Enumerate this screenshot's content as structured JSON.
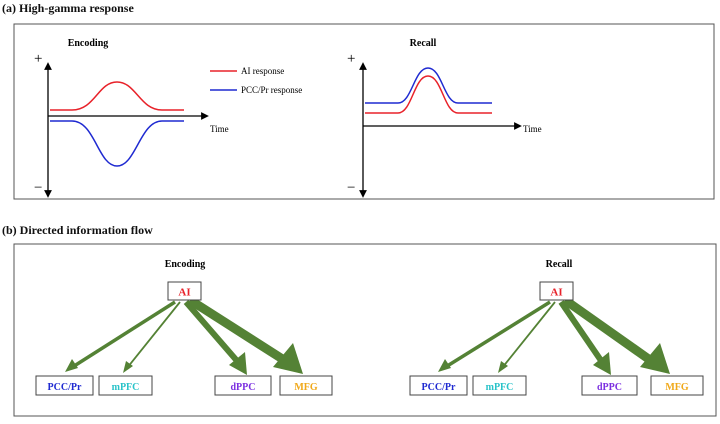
{
  "panel_a": {
    "title": "(a) High-gamma response",
    "encoding": {
      "label": "Encoding",
      "axis_plus": "+",
      "axis_minus": "−",
      "time_label": "Time",
      "legend": [
        {
          "label": "AI response",
          "color": "#e8222a"
        },
        {
          "label": "PCC/Pr response",
          "color": "#1f2ad1"
        }
      ]
    },
    "recall": {
      "label": "Recall",
      "axis_plus": "+",
      "axis_minus": "−",
      "time_label": "Time"
    }
  },
  "panel_b": {
    "title": "(b) Directed information flow",
    "arrow_color": "#548235",
    "encoding": {
      "label": "Encoding",
      "source": {
        "label": "AI",
        "color": "#e8222a"
      },
      "targets": [
        {
          "label": "PCC/Pr",
          "color": "#1f2ad1",
          "weight": "medium"
        },
        {
          "label": "mPFC",
          "color": "#29c3c9",
          "weight": "thin"
        },
        {
          "label": "dPPC",
          "color": "#7b2fe0",
          "weight": "thick"
        },
        {
          "label": "MFG",
          "color": "#f0a818",
          "weight": "thickest"
        }
      ]
    },
    "recall": {
      "label": "Recall",
      "source": {
        "label": "AI",
        "color": "#e8222a"
      },
      "targets": [
        {
          "label": "PCC/Pr",
          "color": "#1f2ad1",
          "weight": "medium"
        },
        {
          "label": "mPFC",
          "color": "#29c3c9",
          "weight": "thin"
        },
        {
          "label": "dPPC",
          "color": "#7b2fe0",
          "weight": "thick"
        },
        {
          "label": "MFG",
          "color": "#f0a818",
          "weight": "thickest"
        }
      ]
    }
  }
}
